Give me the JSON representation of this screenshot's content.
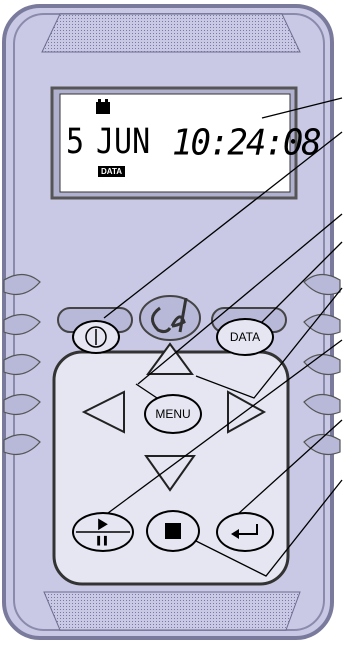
{
  "lcd": {
    "day": "5",
    "month": "JUN",
    "time": "10:24:08",
    "badge": "DATA",
    "battery_icon": "battery-icon"
  },
  "buttons": {
    "power_icon": "power-icon",
    "data_label": "DATA",
    "menu_label": "MENU",
    "up_icon": "arrow-up-icon",
    "left_icon": "arrow-left-icon",
    "right_icon": "arrow-right-icon",
    "down_icon": "arrow-down-icon",
    "play_pause_icon": "play-pause-icon",
    "stop_icon": "stop-icon",
    "enter_icon": "enter-icon"
  },
  "colors": {
    "body": "#c9c9e6",
    "panel": "#e6e6f2",
    "outline": "#000000"
  }
}
